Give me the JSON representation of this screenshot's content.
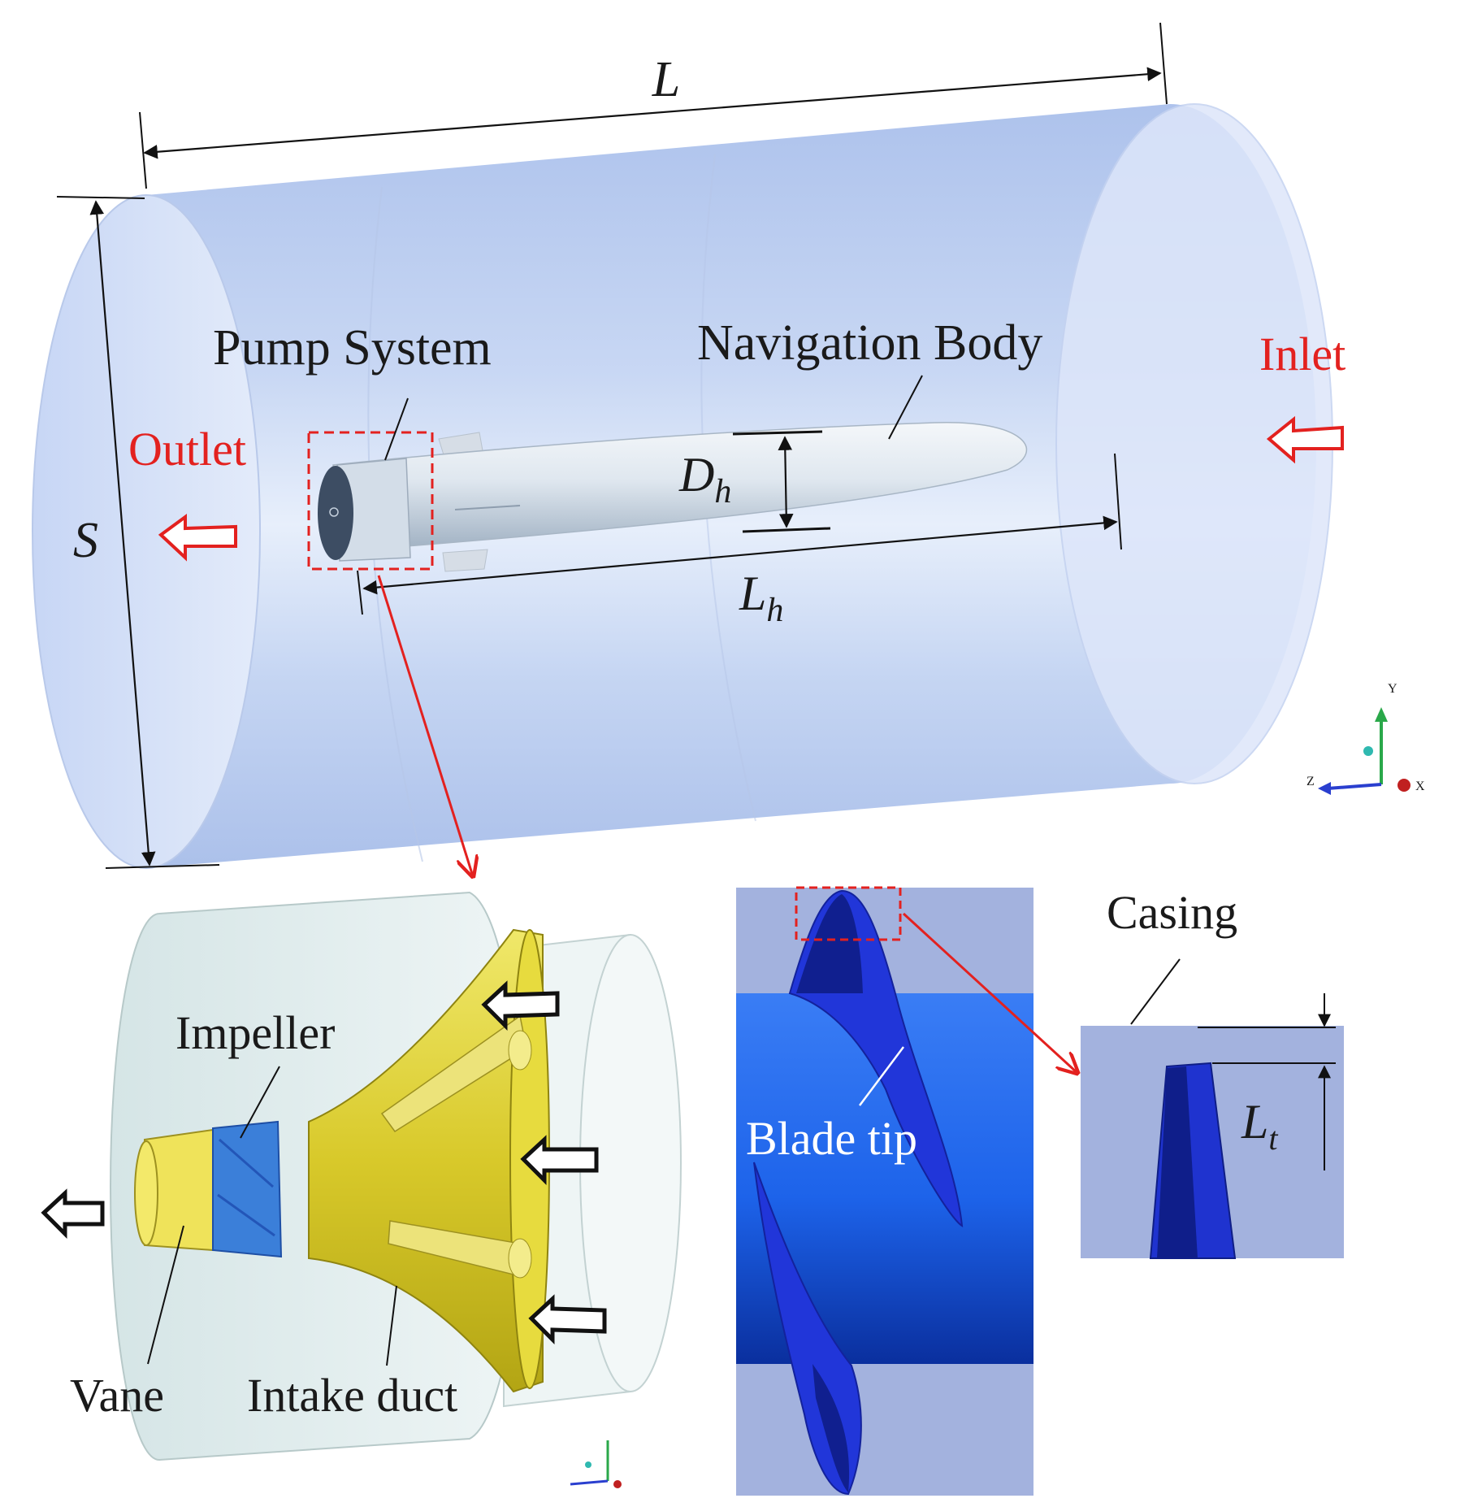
{
  "figure": {
    "labels": {
      "length": "L",
      "diameter": "S",
      "pump_system": "Pump System",
      "navigation_body": "Navigation Body",
      "inlet": "Inlet",
      "outlet": "Outlet",
      "hull_diameter_main": "D",
      "hull_diameter_sub": "h",
      "hull_length_main": "L",
      "hull_length_sub": "h",
      "impeller": "Impeller",
      "vane": "Vane",
      "intake_duct": "Intake duct",
      "casing": "Casing",
      "blade_tip": "Blade tip",
      "tip_clearance_main": "L",
      "tip_clearance_sub": "t"
    },
    "axis_triad": {
      "x": "X",
      "y": "Y",
      "z": "Z"
    },
    "colors": {
      "domain": "#b7c9ee",
      "hull": "#dfe7f0",
      "duct": "#e4d93a",
      "impeller": "#3b7fd9",
      "blade": "#1e36d6",
      "hub": "#1a6cf0",
      "annotation_red": "#e3211f"
    }
  }
}
